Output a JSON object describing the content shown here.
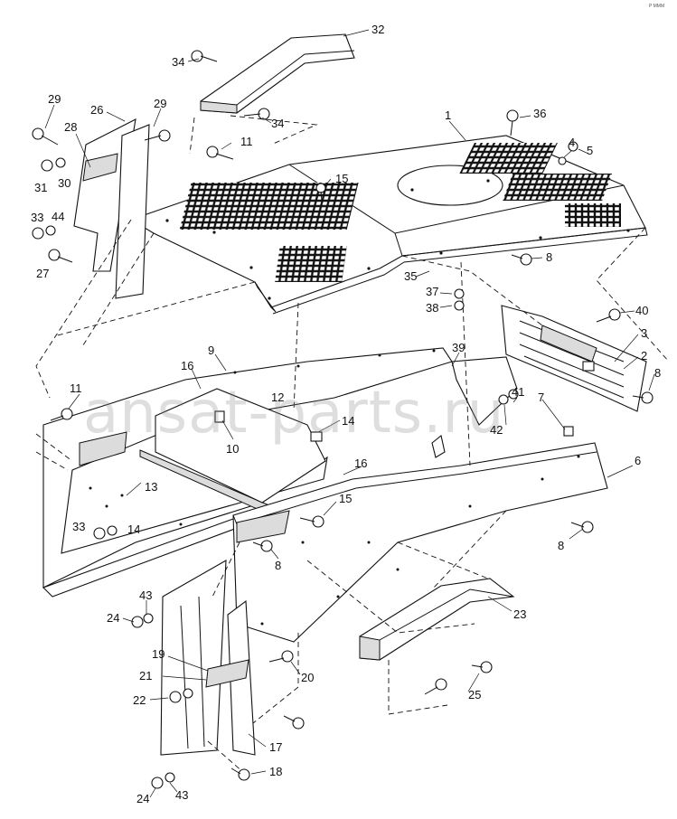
{
  "diagram": {
    "type": "exploded-parts-diagram",
    "watermark": "ansat-parts.ru",
    "corner_text": "P MMM",
    "callouts": [
      {
        "id": "c32",
        "label": "32"
      },
      {
        "id": "c34a",
        "label": "34"
      },
      {
        "id": "c34b",
        "label": "34"
      },
      {
        "id": "c29a",
        "label": "29"
      },
      {
        "id": "c26",
        "label": "26"
      },
      {
        "id": "c29b",
        "label": "29"
      },
      {
        "id": "c28",
        "label": "28"
      },
      {
        "id": "c31",
        "label": "31"
      },
      {
        "id": "c30",
        "label": "30"
      },
      {
        "id": "c33a",
        "label": "33"
      },
      {
        "id": "c44",
        "label": "44"
      },
      {
        "id": "c27",
        "label": "27"
      },
      {
        "id": "c11a",
        "label": "11"
      },
      {
        "id": "c15a",
        "label": "15"
      },
      {
        "id": "c1",
        "label": "1"
      },
      {
        "id": "c36",
        "label": "36"
      },
      {
        "id": "c4",
        "label": "4"
      },
      {
        "id": "c5",
        "label": "5"
      },
      {
        "id": "c8a",
        "label": "8"
      },
      {
        "id": "c35",
        "label": "35"
      },
      {
        "id": "c37",
        "label": "37"
      },
      {
        "id": "c38",
        "label": "38"
      },
      {
        "id": "c40",
        "label": "40"
      },
      {
        "id": "c3",
        "label": "3"
      },
      {
        "id": "c2",
        "label": "2"
      },
      {
        "id": "c8b",
        "label": "8"
      },
      {
        "id": "c39",
        "label": "39"
      },
      {
        "id": "c9",
        "label": "9"
      },
      {
        "id": "c16a",
        "label": "16"
      },
      {
        "id": "c12",
        "label": "12"
      },
      {
        "id": "c14a",
        "label": "14"
      },
      {
        "id": "c10",
        "label": "10"
      },
      {
        "id": "c11b",
        "label": "11"
      },
      {
        "id": "c41",
        "label": "41"
      },
      {
        "id": "c42",
        "label": "42"
      },
      {
        "id": "c7",
        "label": "7"
      },
      {
        "id": "c16b",
        "label": "16"
      },
      {
        "id": "c6",
        "label": "6"
      },
      {
        "id": "c13",
        "label": "13"
      },
      {
        "id": "c15b",
        "label": "15"
      },
      {
        "id": "c33b",
        "label": "33"
      },
      {
        "id": "c14b",
        "label": "14"
      },
      {
        "id": "c8c",
        "label": "8"
      },
      {
        "id": "c8d",
        "label": "8"
      },
      {
        "id": "c43a",
        "label": "43"
      },
      {
        "id": "c24a",
        "label": "24"
      },
      {
        "id": "c23",
        "label": "23"
      },
      {
        "id": "c19",
        "label": "19"
      },
      {
        "id": "c20",
        "label": "20"
      },
      {
        "id": "c21",
        "label": "21"
      },
      {
        "id": "c22",
        "label": "22"
      },
      {
        "id": "c25",
        "label": "25"
      },
      {
        "id": "c17",
        "label": "17"
      },
      {
        "id": "c18",
        "label": "18"
      },
      {
        "id": "c24b",
        "label": "24"
      },
      {
        "id": "c43b",
        "label": "43"
      }
    ]
  }
}
